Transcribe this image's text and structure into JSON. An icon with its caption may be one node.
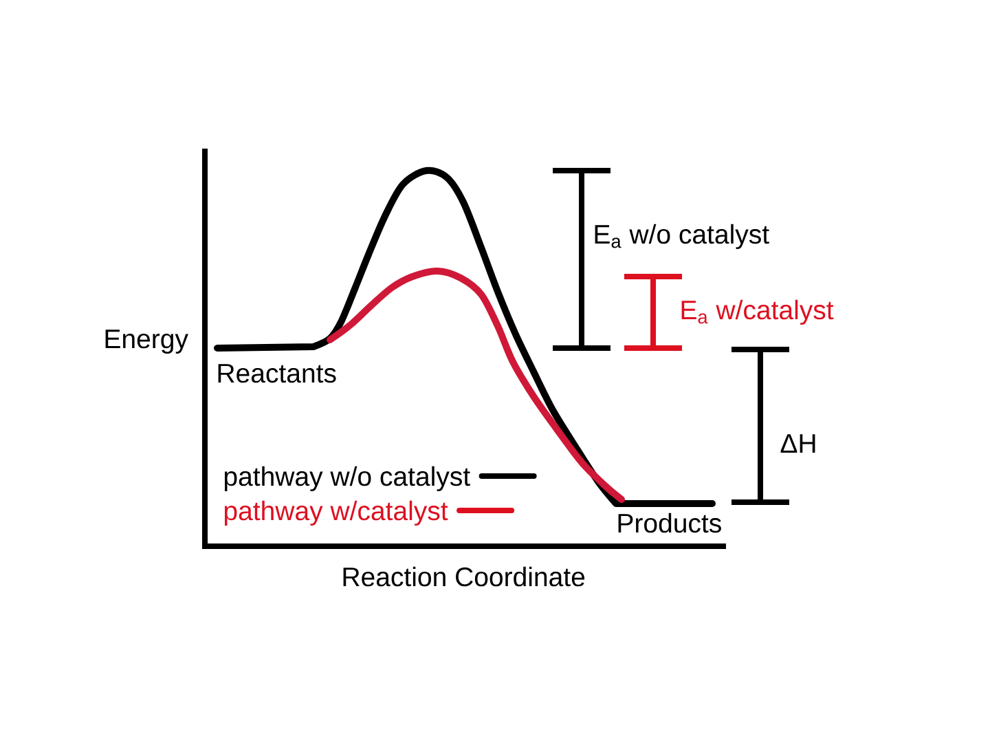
{
  "diagram": {
    "labels": [
      "E$_{a}$ w/o catalyst",
      "E$_{a}$ w/catalyst",
      "Energy",
      "Reactants",
      "ΔH",
      "Products",
      "Reaction Coordinate"
    ],
    "legend": [
      {
        "text": "pathway w/o catalyst"
      },
      {
        "text": "pathway w/catalyst"
      }
    ]
  }
}
